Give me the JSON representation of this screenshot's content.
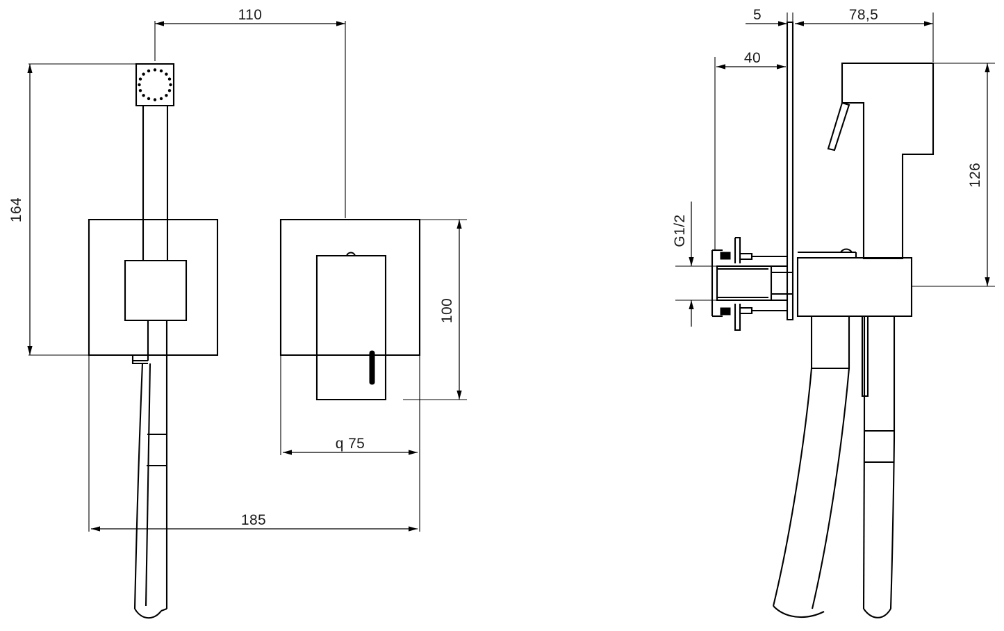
{
  "drawing": {
    "title": "Concealed bidet shower mixer set technical drawing",
    "units": "mm",
    "line_color": "#000000",
    "background_color": "#ffffff",
    "views": [
      {
        "name": "front-view",
        "label": ""
      },
      {
        "name": "side-view",
        "label": ""
      }
    ]
  },
  "dimensions": {
    "front": {
      "width_110": "110",
      "height_164": "164",
      "plate_height_100": "100",
      "plate_width_75": "q  75",
      "overall_width_185": "185"
    },
    "side": {
      "wall_plate_5": "5",
      "projection_78_5": "78,5",
      "inset_40": "40",
      "thread_g12": "G1/2",
      "height_126": "126"
    }
  },
  "chart_data": {
    "type": "table",
    "title": "Dimension callouts (mm)",
    "categories": [
      "110",
      "164",
      "100",
      "q 75",
      "185",
      "5",
      "78,5",
      "40",
      "G1/2",
      "126"
    ],
    "values": [
      110,
      164,
      100,
      75,
      185,
      5,
      78.5,
      40,
      null,
      126
    ]
  }
}
